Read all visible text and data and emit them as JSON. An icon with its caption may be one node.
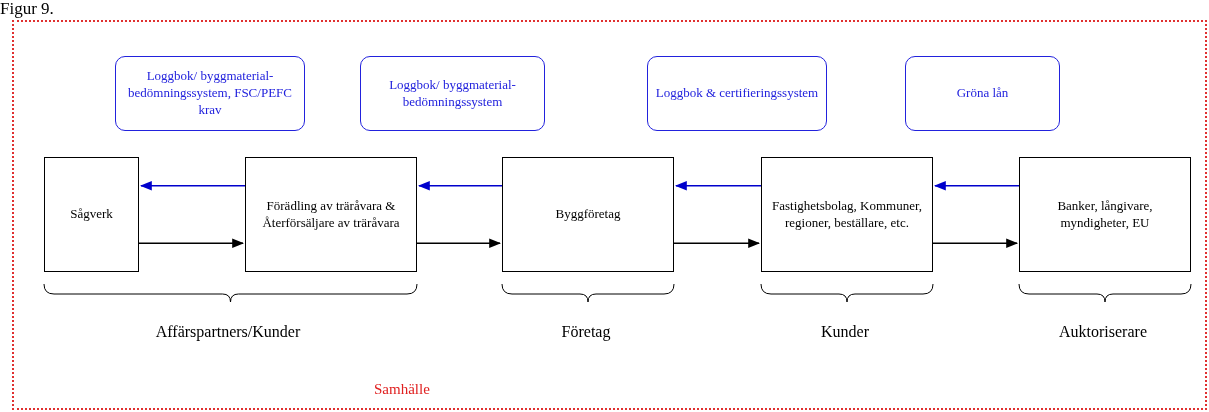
{
  "diagram": {
    "title": "Figur 9.",
    "nodes": [
      {
        "text": [
          "Samhälle"
        ]
      },
      {
        "text": [
          "Loggbok/ byggmaterial-bedömningssystem, FSC/PEFC krav"
        ],
        "in": 0
      },
      {
        "text": [
          "Loggbok/ byggmaterial-bedömningssystem"
        ],
        "in": 0
      },
      {
        "text": [
          "Loggbok & certifieringssystem"
        ],
        "in": 0
      },
      {
        "text": [
          "Gröna lån"
        ],
        "in": 0
      },
      {
        "text": [
          "Sågverk"
        ],
        "in": 0
      },
      {
        "text": [
          "Förädling av träråvara & Återförsäljare av träråvara"
        ],
        "in": 0
      },
      {
        "text": [
          "Byggföretag"
        ],
        "in": 0
      },
      {
        "text": [
          "Fastighetsbolag, Kommuner, regioner, beställare, etc."
        ],
        "in": 0
      },
      {
        "text": [
          "Banker, långivare, myndigheter, EU"
        ],
        "in": 0
      }
    ],
    "edges": [
      {
        "from": 6,
        "to": 5,
        "arrow": "to",
        "color": "#0000cc"
      },
      {
        "from": 5,
        "to": 6,
        "arrow": "to",
        "color": "#000000"
      },
      {
        "from": 7,
        "to": 6,
        "arrow": "to",
        "color": "#0000cc"
      },
      {
        "from": 6,
        "to": 7,
        "arrow": "to",
        "color": "#000000"
      },
      {
        "from": 8,
        "to": 7,
        "arrow": "to",
        "color": "#0000cc"
      },
      {
        "from": 7,
        "to": 8,
        "arrow": "to",
        "color": "#000000"
      },
      {
        "from": 9,
        "to": 8,
        "arrow": "to",
        "color": "#0000cc"
      },
      {
        "from": 8,
        "to": 9,
        "arrow": "to",
        "color": "#000000"
      }
    ],
    "labels": [
      "Affärspartners/Kunder",
      "Företag",
      "Kunder",
      "Auktoriserare"
    ]
  }
}
